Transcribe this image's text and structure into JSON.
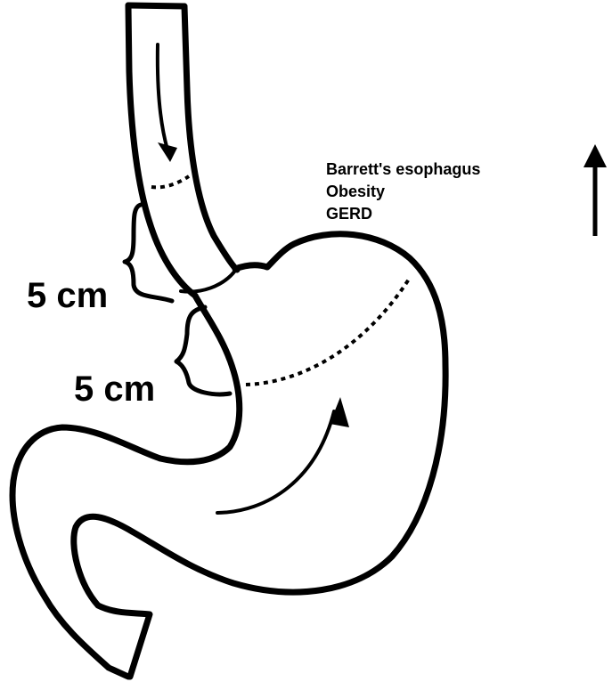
{
  "labels": {
    "upper_measure": "5 cm",
    "lower_measure": "5 cm"
  },
  "risk_factors": [
    "Barrett's esophagus",
    "Obesity",
    "GERD"
  ],
  "icons": {
    "indicator": "up-arrow-icon"
  }
}
